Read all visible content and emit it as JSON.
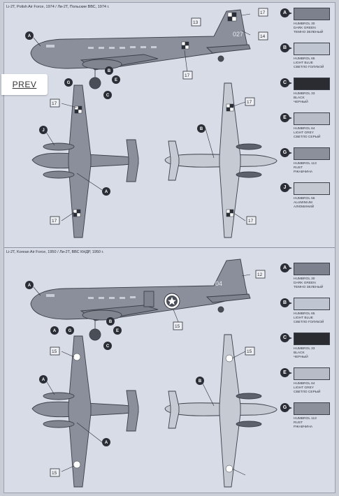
{
  "prev_label": "PREV",
  "colors": {
    "paper": "#d8dce6",
    "aircraft": "#8a8f9b",
    "callout_dark": "#2b2e36"
  },
  "panels": [
    {
      "caption": "Li-2T, Polish Air Force, 1974 / Ли-2Т, Польские ВВС, 1974 г.",
      "tail_code": "027",
      "callouts": [
        "17",
        "13",
        "14",
        "17",
        "17",
        "17",
        "17",
        "17",
        "A",
        "B",
        "C",
        "E",
        "G",
        "J",
        "A",
        "B"
      ],
      "swatches": [
        {
          "badge": "A",
          "hex": "#7c818d",
          "lines": [
            "HUMBROL 30",
            "DARK GREEN",
            "ТЕМНО ЗЕЛЕНЫЙ"
          ]
        },
        {
          "badge": "B",
          "hex": "#bfc6d2",
          "lines": [
            "HUMBROL 65",
            "LIGHT BLUE",
            "СВЕТЛО ГОЛУБОЙ"
          ]
        },
        {
          "badge": "C",
          "hex": "#2a2c31",
          "lines": [
            "HUMBROL 33",
            "BLACK",
            "ЧЕРНЫЙ"
          ]
        },
        {
          "badge": "E",
          "hex": "#b7bcc6",
          "lines": [
            "HUMBROL 64",
            "LIGHT GREY",
            "СВЕТЛО СЕРЫЙ"
          ]
        },
        {
          "badge": "G",
          "hex": "#8c909a",
          "lines": [
            "HUMBROL 113",
            "RUST",
            "РЖАВЧИНА"
          ]
        },
        {
          "badge": "J",
          "hex": "#c4c8d0",
          "lines": [
            "HUMBROL 56",
            "ALUMINIUM",
            "АЛЮМИНИЙ"
          ]
        }
      ]
    },
    {
      "caption": "Li-2T, Korean Air Force, 1950 / Ли-2Т, ВВС КНДР, 1950 г.",
      "tail_code": "04",
      "callouts": [
        "12",
        "15",
        "15",
        "15",
        "15",
        "A",
        "A",
        "B",
        "C",
        "E",
        "G",
        "A",
        "A",
        "B"
      ],
      "swatches": [
        {
          "badge": "A",
          "hex": "#7c818d",
          "lines": [
            "HUMBROL 30",
            "DARK GREEN",
            "ТЕМНО ЗЕЛЕНЫЙ"
          ]
        },
        {
          "badge": "B",
          "hex": "#bfc6d2",
          "lines": [
            "HUMBROL 65",
            "LIGHT BLUE",
            "СВЕТЛО ГОЛУБОЙ"
          ]
        },
        {
          "badge": "C",
          "hex": "#2a2c31",
          "lines": [
            "HUMBROL 33",
            "BLACK",
            "ЧЕРНЫЙ"
          ]
        },
        {
          "badge": "E",
          "hex": "#b7bcc6",
          "lines": [
            "HUMBROL 64",
            "LIGHT GREY",
            "СВЕТЛО СЕРЫЙ"
          ]
        },
        {
          "badge": "G",
          "hex": "#8c909a",
          "lines": [
            "HUMBROL 113",
            "RUST",
            "РЖАВЧИНА"
          ]
        }
      ]
    }
  ]
}
